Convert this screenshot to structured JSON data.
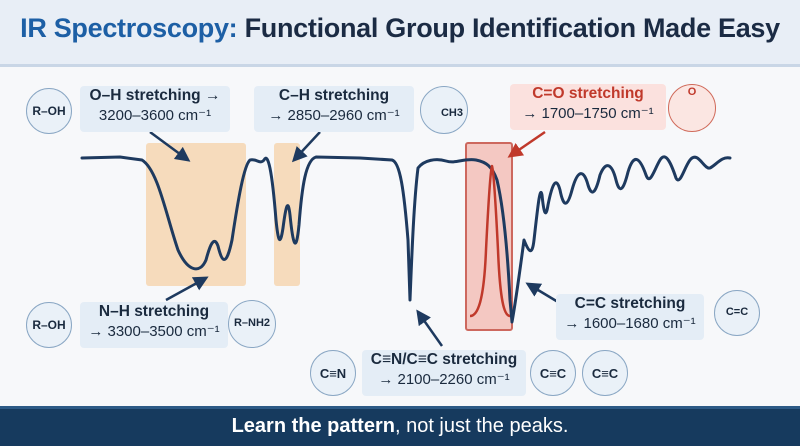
{
  "header": {
    "title_prefix": "IR Spectroscopy:",
    "title_rest": " Functional Group Identification Made Easy"
  },
  "annotations": {
    "oh": {
      "title": "O–H stretching →",
      "range": "3200–3600 cm⁻¹"
    },
    "ch": {
      "title": "C–H stretching",
      "range": "→ 2850–2960 cm⁻¹"
    },
    "co": {
      "title": "C=O stretching",
      "range": "→ 1700–1750 cm⁻¹"
    },
    "nh": {
      "title": "N–H stretching",
      "range": "→ 3300–3500 cm⁻¹"
    },
    "cn": {
      "title": "C≡N/C≡C stretching",
      "range": "→ 2100–2260 cm⁻¹"
    },
    "cc": {
      "title": "C=C stretching",
      "range": "→ 1600–1680 cm⁻¹"
    }
  },
  "badges": {
    "roh_top": "R–OH",
    "ch3": "CH3",
    "carbonyl": "O",
    "roh_bottom": "R–OH",
    "rnh2": "R–NH2",
    "nitrile": "C≡N",
    "alkyne_1": "C≡C",
    "alkyne_2": "C≡C",
    "alkene": "C=C"
  },
  "footer": {
    "bold": "Learn the pattern",
    "rest": ", not just the peaks."
  },
  "colors": {
    "spectrum_line": "#1e3a5f",
    "highlight_orange": "#f6d6b0",
    "highlight_red": "#f4b8b0",
    "highlight_red_border": "#c0392b",
    "accent_red": "#c0392b",
    "title_blue": "#1d5fa5",
    "footer_bg": "#163a5e"
  }
}
